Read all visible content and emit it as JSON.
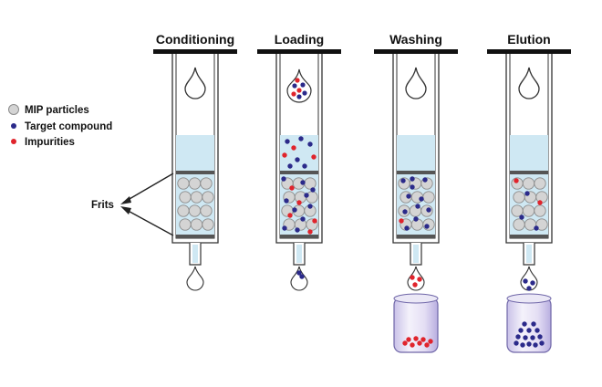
{
  "steps": [
    {
      "key": "conditioning",
      "title": "Conditioning"
    },
    {
      "key": "loading",
      "title": "Loading"
    },
    {
      "key": "washing",
      "title": "Washing"
    },
    {
      "key": "elution",
      "title": "Elution"
    }
  ],
  "legend": {
    "mip": "MIP particles",
    "target": "Target compound",
    "impurities": "Impurities"
  },
  "frits_label": "Frits",
  "colors": {
    "liquid": "#cfe8f3",
    "particle_fill": "#d4d4d4",
    "particle_stroke": "#8c8c8c",
    "target": "#2b2a8a",
    "impurity": "#e0242c",
    "frit": "#555555",
    "outline": "#333333",
    "vial": "#d9d3ee"
  }
}
